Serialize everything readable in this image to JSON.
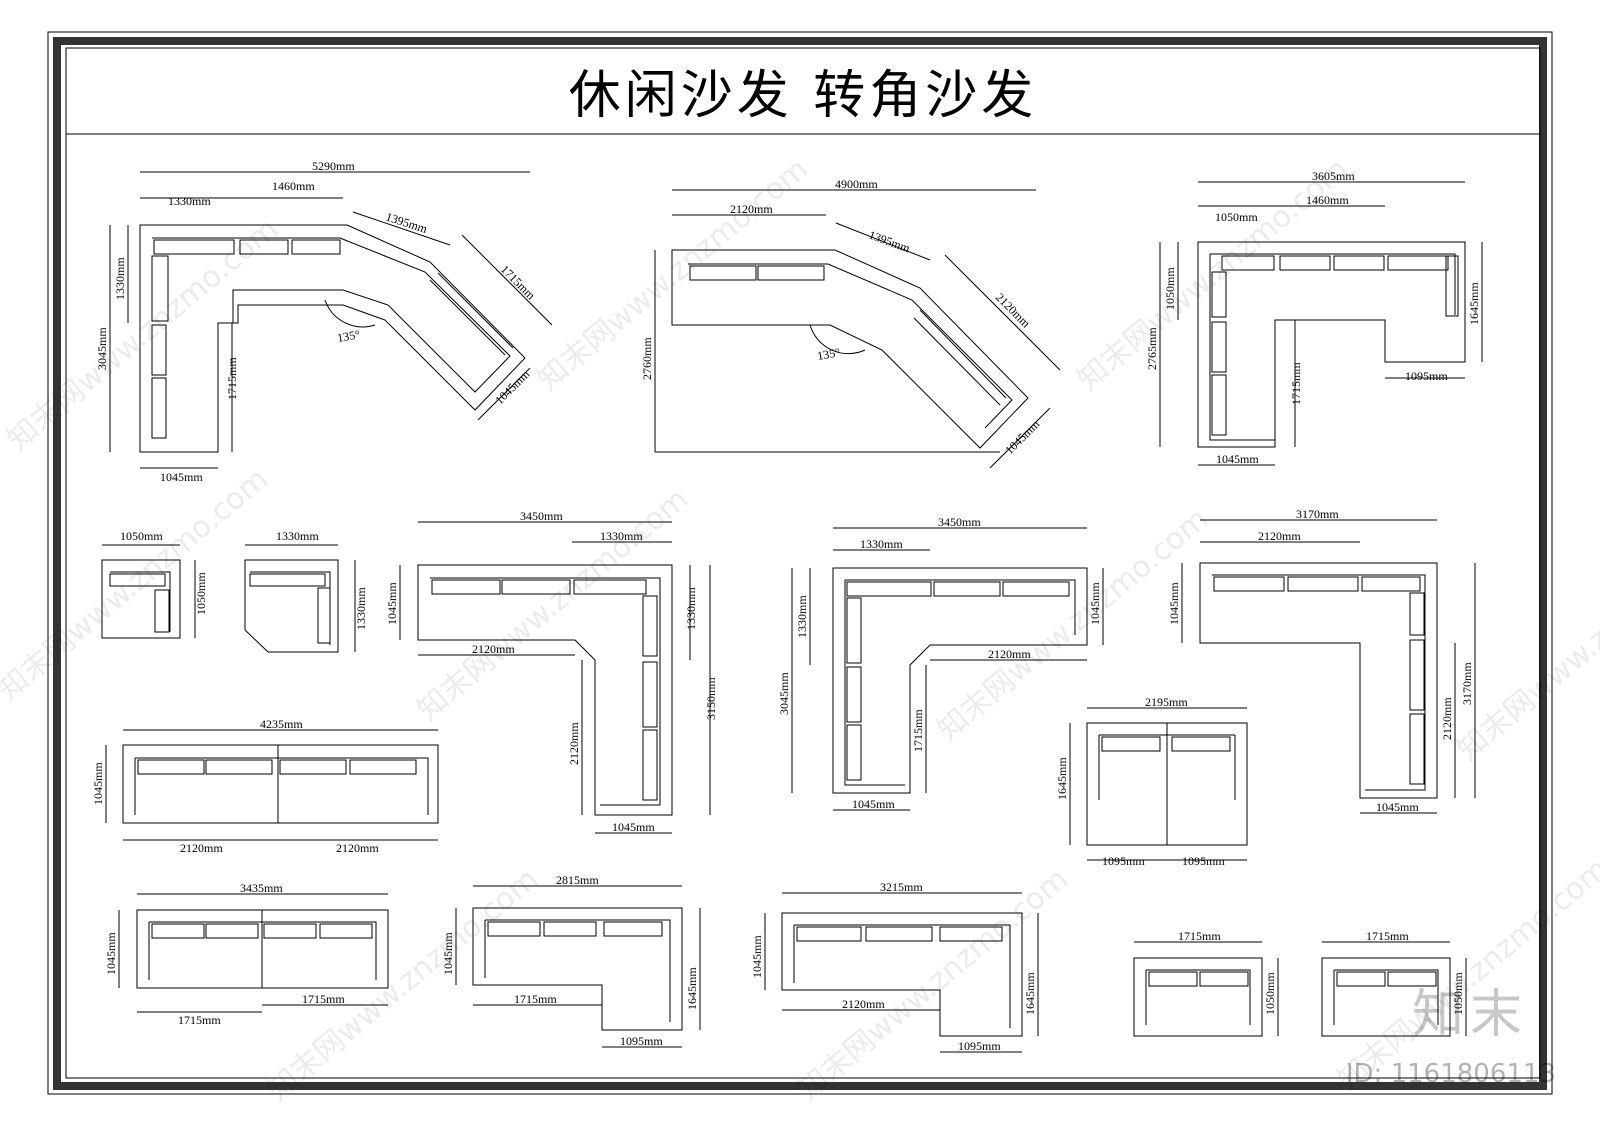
{
  "title": "休闲沙发  转角沙发",
  "watermarks": [
    "知末网www.znzmo.com",
    "知末网www.znzmo.com",
    "知末网www.znzmo.com",
    "知末网www.znzmo.com",
    "知末网www.znzmo.com",
    "知末网www.znzmo.com",
    "知末网www.znzmo.com",
    "知末网www.znzmo.com",
    "知末网www.znzmo.com",
    "知末网www.znzmo.com"
  ],
  "brand": "知末",
  "image_id": "ID: 1161806113",
  "dims": {
    "d1": {
      "overall": "5290mm",
      "a": "1330mm",
      "b": "1460mm",
      "c": "1395mm",
      "d": "1715mm",
      "e": "1045mm",
      "f": "1330mm",
      "g": "3045mm",
      "h": "1715mm",
      "i": "1045mm",
      "angle": "135°"
    },
    "d2": {
      "overall": "4900mm",
      "a": "2120mm",
      "b": "1395mm",
      "c": "2120mm",
      "d": "1045mm",
      "e": "2760mm",
      "angle": "135°"
    },
    "d3": {
      "overall": "3605mm",
      "a": "1050mm",
      "b": "1460mm",
      "c": "1050mm",
      "d": "2765mm",
      "e": "1645mm",
      "f": "1095mm",
      "g": "1715mm",
      "h": "1045mm"
    },
    "d4": {
      "w": "1050mm",
      "h": "1050mm"
    },
    "d5": {
      "w": "1330mm",
      "h": "1330mm"
    },
    "d6": {
      "overall": "3450mm",
      "a": "1330mm",
      "b": "1045mm",
      "c": "2120mm",
      "d": "1330mm",
      "e": "3150mm",
      "f": "2120mm",
      "g": "1045mm"
    },
    "d7": {
      "overall": "3450mm",
      "a": "1330mm",
      "b": "1330mm",
      "c": "1045mm",
      "d": "2120mm",
      "e": "3045mm",
      "f": "1715mm",
      "g": "1045mm"
    },
    "d8": {
      "overall": "3170mm",
      "a": "2120mm",
      "b": "1045mm",
      "c": "3170mm",
      "d": "2120mm",
      "e": "1045mm"
    },
    "d9": {
      "overall": "4235mm",
      "a": "1045mm",
      "b": "2120mm",
      "c": "2120mm"
    },
    "d10": {
      "overall": "2195mm",
      "a": "1645mm",
      "b": "1095mm",
      "c": "1095mm"
    },
    "d11": {
      "overall": "3435mm",
      "a": "1045mm",
      "b": "1715mm",
      "c": "1715mm"
    },
    "d12": {
      "overall": "2815mm",
      "a": "1045mm",
      "b": "1715mm",
      "c": "1645mm",
      "d": "1095mm"
    },
    "d13": {
      "overall": "3215mm",
      "a": "1045mm",
      "b": "2120mm",
      "c": "1645mm",
      "d": "1095mm"
    },
    "d14": {
      "w": "1715mm",
      "h": "1050mm"
    },
    "d15": {
      "w": "1715mm",
      "h": "1050mm"
    }
  }
}
